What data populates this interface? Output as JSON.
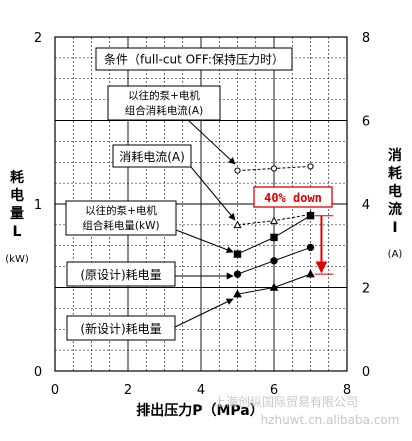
{
  "chart_data": {
    "type": "line",
    "title": "条件（full-cut OFF:保持压力时）",
    "xlabel": "排出压力P（MPa）",
    "ylabel_left": [
      "耗",
      "电",
      "量",
      "L"
    ],
    "ylabel_left_unit": "(kW)",
    "ylabel_right": [
      "消",
      "耗",
      "电",
      "流",
      "I"
    ],
    "ylabel_right_unit": "(A)",
    "x_ticks": [
      "0",
      "2",
      "4",
      "6",
      "8"
    ],
    "y_left_ticks": [
      "0",
      "1",
      "2"
    ],
    "y_right_ticks": [
      "0",
      "2",
      "4",
      "6",
      "8"
    ],
    "xlim": [
      0,
      8
    ],
    "ylim_left": [
      0,
      2
    ],
    "ylim_right": [
      0,
      8
    ],
    "grid": true,
    "x": [
      5,
      6,
      7
    ],
    "series": [
      {
        "name": "以往的泵+电机组合消耗电流(A)",
        "axis": "right",
        "values": [
          4.8,
          4.85,
          4.9
        ],
        "marker": "circle-open",
        "dash": true
      },
      {
        "name": "消耗电流(A)",
        "axis": "right",
        "values": [
          3.5,
          3.6,
          3.75
        ],
        "marker": "triangle-open",
        "dash": true
      },
      {
        "name": "以往的泵+电机组合耗电量(kW)",
        "axis": "left",
        "values": [
          0.7,
          0.8,
          0.93
        ],
        "marker": "square-filled",
        "dash": false
      },
      {
        "name": "(原设计)耗电量",
        "axis": "left",
        "values": [
          0.58,
          0.66,
          0.74
        ],
        "marker": "circle-filled",
        "dash": false
      },
      {
        "name": "(新设计)耗电量",
        "axis": "left",
        "values": [
          0.46,
          0.5,
          0.58
        ],
        "marker": "triangle-filled",
        "dash": false
      }
    ],
    "annotation": {
      "text": "40% down",
      "x": 7.3,
      "from_value": 0.93,
      "to_value": 0.58,
      "axis": "left",
      "color": "#e00000"
    }
  },
  "watermark": "上海创纵国际贸易有限公司",
  "watermark_url": "hzhuwt.cn.alibaba.com"
}
